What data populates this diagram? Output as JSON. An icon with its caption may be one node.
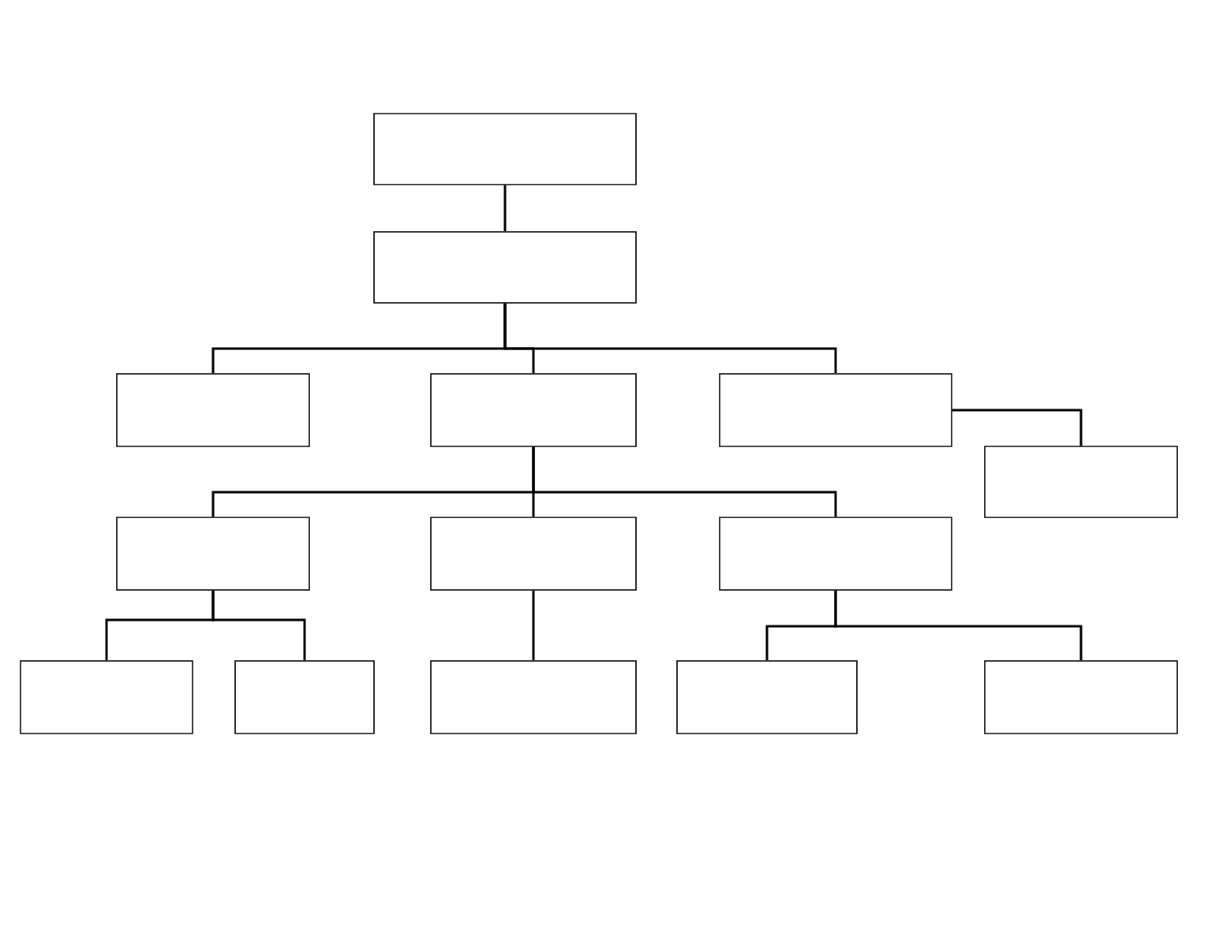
{
  "diagram": {
    "nodes": [
      {
        "text": [],
        "shape": "box"
      },
      {
        "text": [],
        "shape": "box"
      },
      {
        "text": [],
        "shape": "box"
      },
      {
        "text": [],
        "shape": "box"
      },
      {
        "text": [],
        "shape": "box"
      },
      {
        "text": [],
        "shape": "box"
      },
      {
        "text": [],
        "shape": "box"
      },
      {
        "text": [],
        "shape": "box"
      },
      {
        "text": [],
        "shape": "box"
      },
      {
        "text": [],
        "shape": "box"
      },
      {
        "text": [],
        "shape": "box"
      },
      {
        "text": [],
        "shape": "box"
      },
      {
        "text": [],
        "shape": "box"
      },
      {
        "text": [],
        "shape": "box"
      }
    ],
    "edges": [
      {
        "from": 0,
        "to": 1,
        "arrow": "none"
      },
      {
        "from": 1,
        "to": 2,
        "arrow": "none"
      },
      {
        "from": 1,
        "to": 3,
        "arrow": "none"
      },
      {
        "from": 1,
        "to": 4,
        "arrow": "none"
      },
      {
        "from": 4,
        "to": 5,
        "arrow": "none"
      },
      {
        "from": 3,
        "to": 6,
        "arrow": "none"
      },
      {
        "from": 3,
        "to": 7,
        "arrow": "none"
      },
      {
        "from": 3,
        "to": 8,
        "arrow": "none"
      },
      {
        "from": 6,
        "to": 9,
        "arrow": "none"
      },
      {
        "from": 6,
        "to": 10,
        "arrow": "none"
      },
      {
        "from": 7,
        "to": 11,
        "arrow": "none"
      },
      {
        "from": 8,
        "to": 12,
        "arrow": "none"
      },
      {
        "from": 8,
        "to": 13,
        "arrow": "none"
      }
    ]
  }
}
